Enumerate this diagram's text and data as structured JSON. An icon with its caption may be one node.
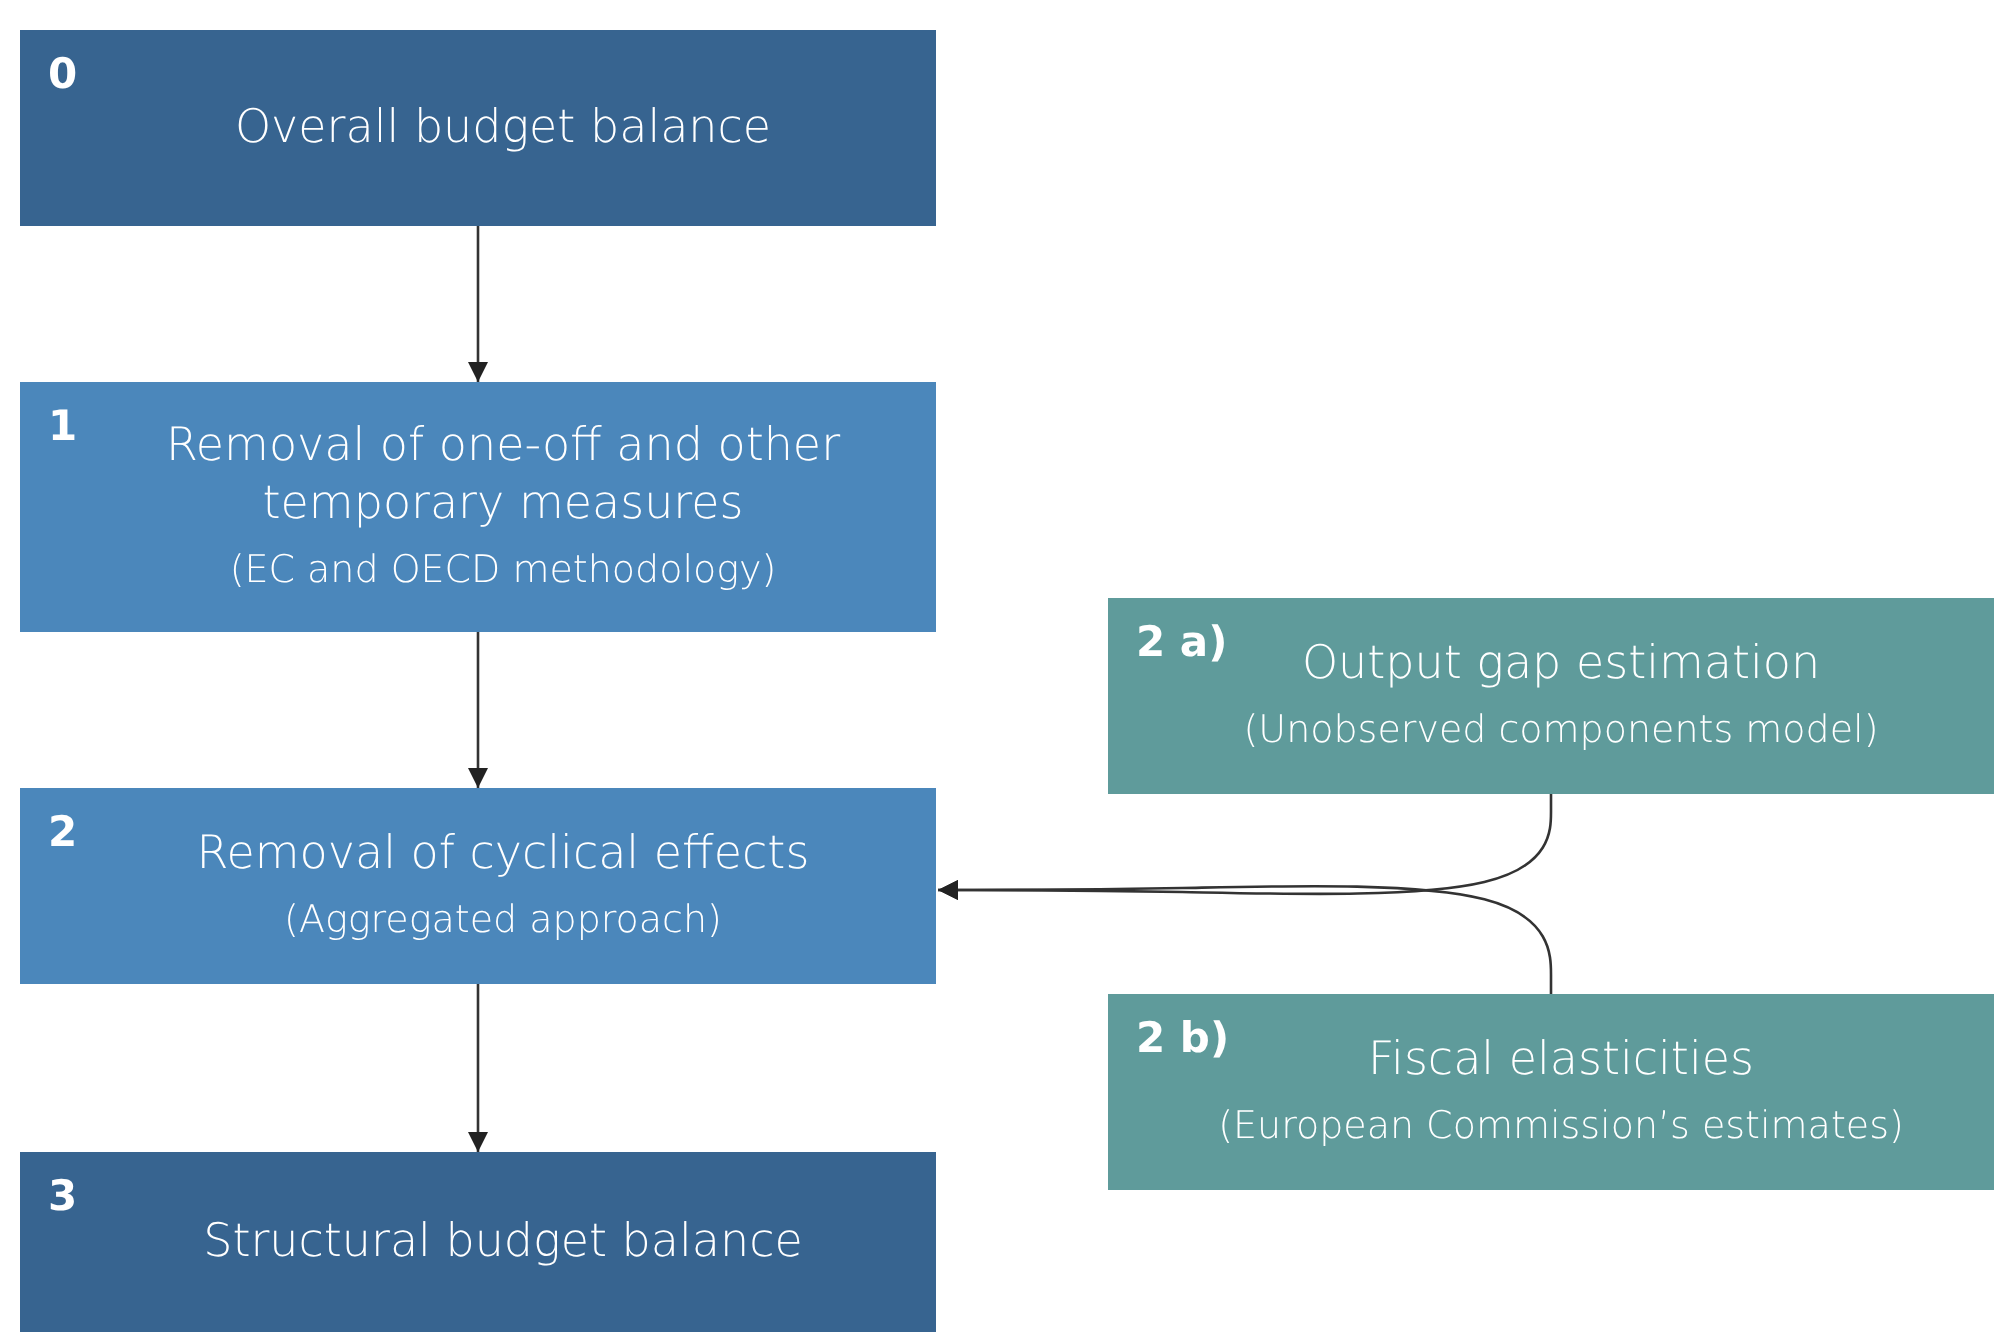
{
  "diagram": {
    "nodes": [
      {
        "text": [
          "0",
          "Overall budget balance"
        ]
      },
      {
        "text": [
          "1",
          "Removal of one-off and other temporary measures",
          "(EC and OECD methodology)"
        ]
      },
      {
        "text": [
          "2",
          "Removal of cyclical effects",
          "(Aggregated approach)"
        ]
      },
      {
        "text": [
          "3",
          "Structural budget balance"
        ]
      },
      {
        "text": [
          "2 a)",
          "Output gap estimation",
          "(Unobserved components model)"
        ]
      },
      {
        "text": [
          "2 b)",
          "Fiscal elasticities",
          "(European Commission’s estimates)"
        ]
      }
    ],
    "edges": [
      {
        "from": 0,
        "to": 1,
        "arrow": "to"
      },
      {
        "from": 1,
        "to": 2,
        "arrow": "to"
      },
      {
        "from": 2,
        "to": 3,
        "arrow": "to"
      },
      {
        "from": 4,
        "to": 2,
        "arrow": "to"
      },
      {
        "from": 5,
        "to": 2,
        "arrow": "to"
      }
    ]
  }
}
